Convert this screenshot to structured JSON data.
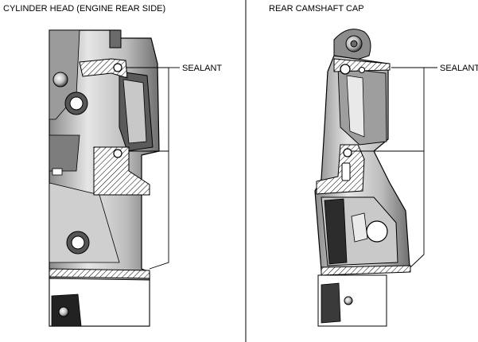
{
  "panels": {
    "left": {
      "title": "CYLINDER HEAD (ENGINE REAR SIDE)",
      "callout": "SEALANT"
    },
    "right": {
      "title": "REAR CAMSHAFT CAP",
      "callout": "SEALANT"
    }
  },
  "colors": {
    "line": "#000000",
    "metal_light": "#d9d9d9",
    "metal_mid": "#a6a6a6",
    "metal_dark": "#3a3a3a",
    "background": "#ffffff"
  }
}
